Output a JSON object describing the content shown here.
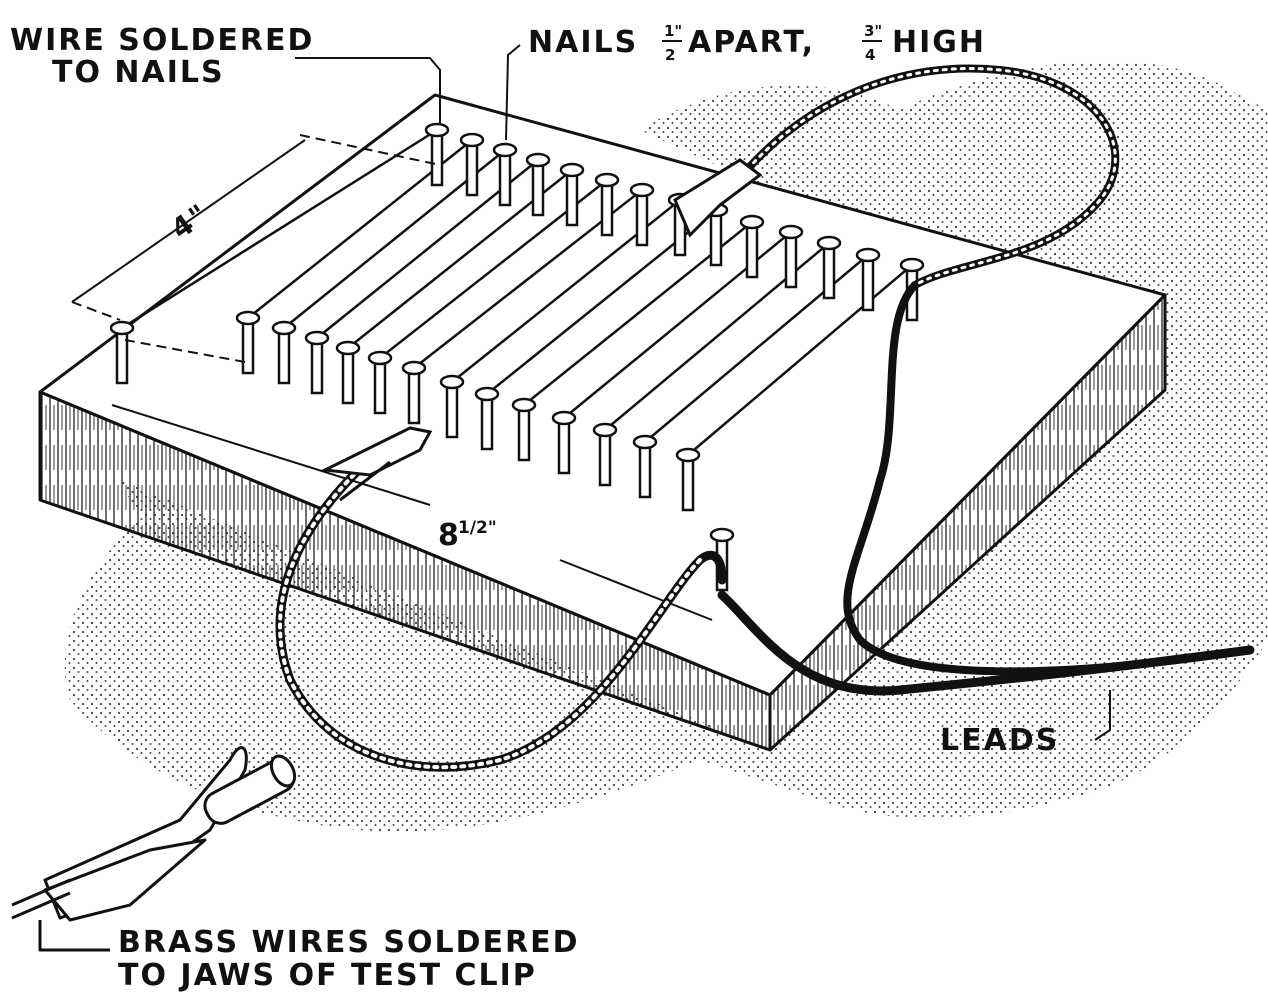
{
  "labels": {
    "wire_soldered_line1": "WIRE SOLDERED",
    "wire_soldered_line2": "TO NAILS",
    "nails_prefix": "NAILS",
    "nails_frac1_num": "1\"",
    "nails_frac1_den": "2",
    "nails_mid": "APART,",
    "nails_frac2_num": "3\"",
    "nails_frac2_den": "4",
    "nails_suffix": "HIGH",
    "dim_width": "4\"",
    "dim_length_whole": "8",
    "dim_length_frac": "1/2\"",
    "leads": "LEADS",
    "brass_line1": "BRASS WIRES SOLDERED",
    "brass_line2": "TO JAWS OF TEST CLIP"
  },
  "colors": {
    "ink": "#111111",
    "paper": "#ffffff"
  }
}
